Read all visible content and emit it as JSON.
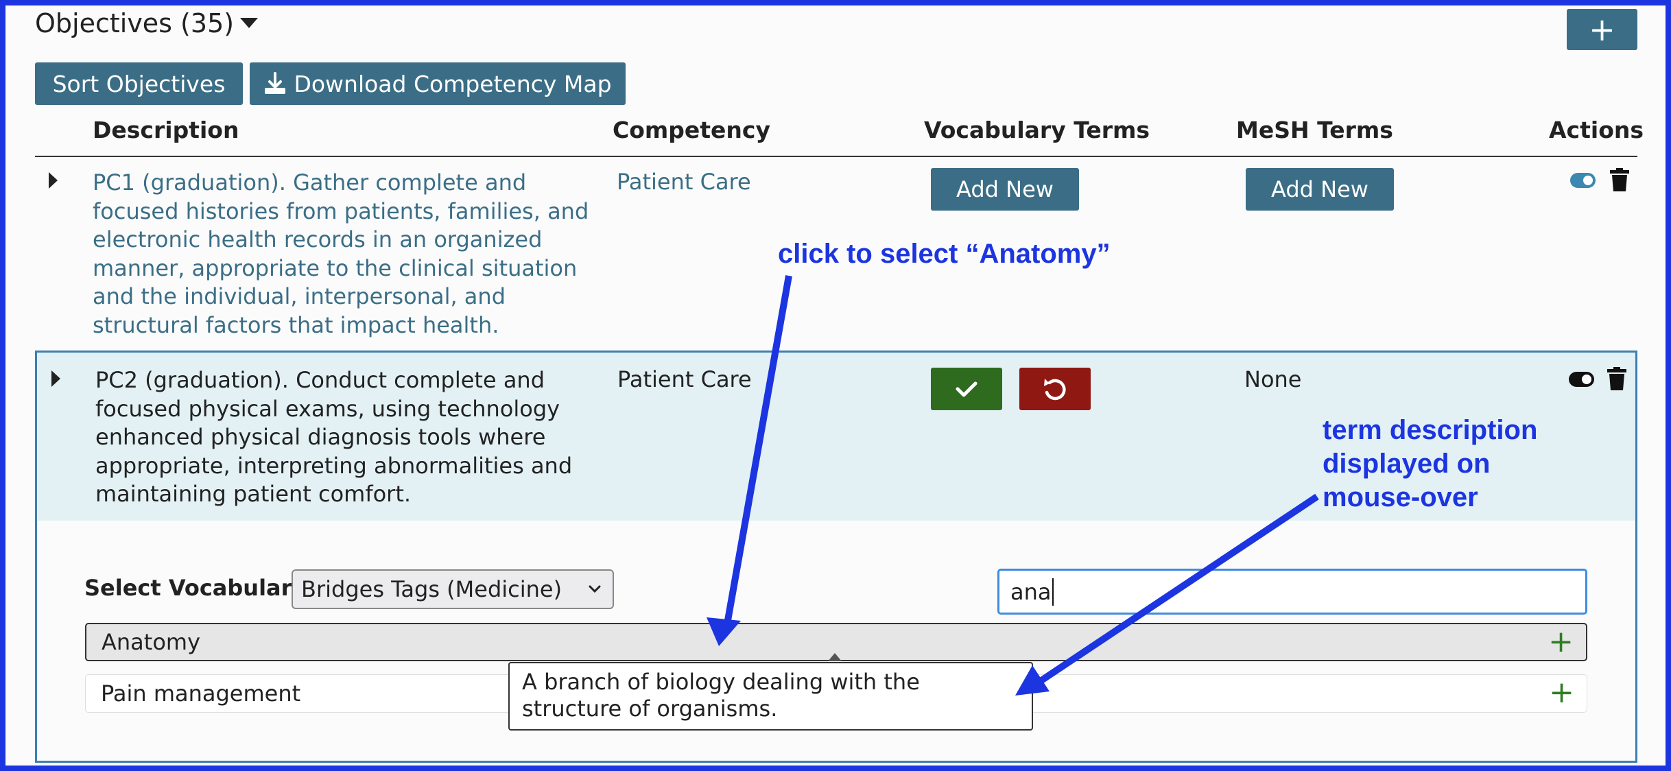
{
  "header": {
    "title": "Objectives (35)",
    "add_label": "+",
    "sort_label": "Sort Objectives",
    "download_label": "Download Competency Map"
  },
  "table": {
    "columns": [
      "Description",
      "Competency",
      "Vocabulary Terms",
      "MeSH Terms",
      "Actions"
    ],
    "rows": [
      {
        "description": "PC1 (graduation). Gather complete and focused histories from patients, families, and electronic health records in an organized manner, appropriate to the clinical situation and the individual, interpersonal, and structural factors that impact health.",
        "competency": "Patient Care",
        "vocab_button": "Add New",
        "mesh_button": "Add New"
      },
      {
        "description": "PC2 (graduation). Conduct complete and focused physical exams, using technology enhanced physical diagnosis tools where appropriate, interpreting abnormalities and maintaining patient comfort.",
        "competency": "Patient Care",
        "mesh": "None"
      }
    ]
  },
  "editor": {
    "select_label": "Select Vocabulary:",
    "selected_vocabulary": "Bridges Tags (Medicine)",
    "search_value": "ana",
    "terms": [
      "Anatomy",
      "Pain management"
    ],
    "tooltip": "A branch of biology dealing with the structure of organisms."
  },
  "annotations": {
    "click": "click to select “Anatomy”",
    "hover_line1": "term description",
    "hover_line2": "displayed on",
    "hover_line3": "mouse-over"
  },
  "colors": {
    "primary": "#3b6e86",
    "save": "#2f6b1f",
    "revert": "#8f1812",
    "annotation": "#1c35e0",
    "add_term": "#2f7d21"
  }
}
